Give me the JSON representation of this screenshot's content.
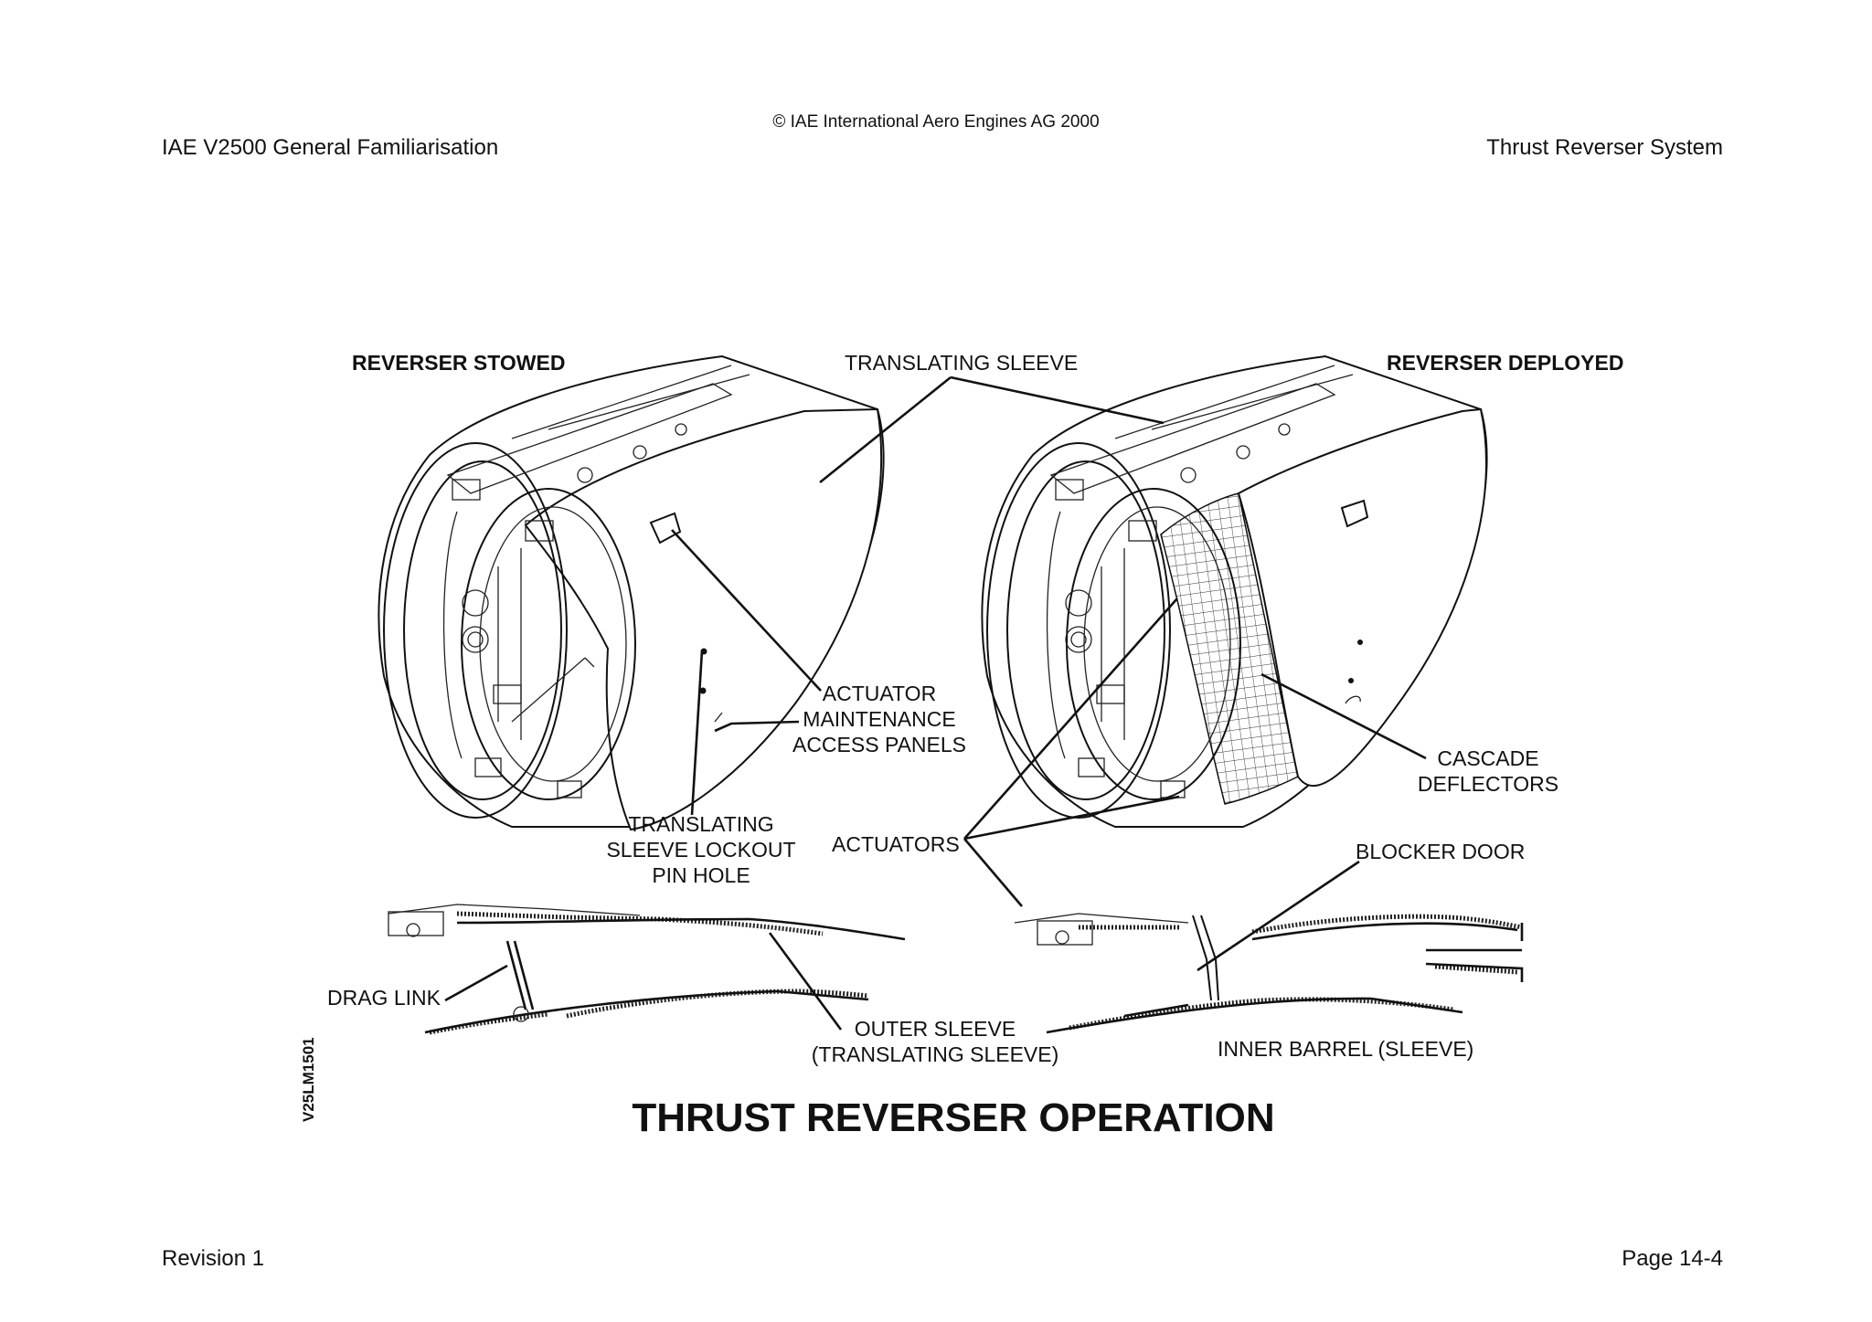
{
  "header": {
    "copyright": "© IAE International Aero Engines AG 2000",
    "title": "IAE V2500 General Familiarisation",
    "section": "Thrust Reverser System"
  },
  "footer": {
    "revision": "Revision 1",
    "page": "Page 14-4"
  },
  "figure": {
    "title": "THRUST REVERSER OPERATION",
    "reference": "V25LM1501",
    "labels": {
      "reverser_stowed": "REVERSER STOWED",
      "reverser_deployed": "REVERSER DEPLOYED",
      "translating_sleeve": "TRANSLATING SLEEVE",
      "actuator_access_panels": [
        "ACTUATOR",
        "MAINTENANCE",
        "ACCESS PANELS"
      ],
      "lockout_pin_hole": [
        "TRANSLATING",
        "SLEEVE LOCKOUT",
        "PIN HOLE"
      ],
      "actuators": "ACTUATORS",
      "cascade_deflectors": [
        "CASCADE",
        "DEFLECTORS"
      ],
      "blocker_door": "BLOCKER DOOR",
      "drag_link": "DRAG LINK",
      "outer_sleeve": [
        "OUTER SLEEVE",
        "(TRANSLATING SLEEVE)"
      ],
      "inner_barrel": "INNER BARREL (SLEEVE)"
    }
  }
}
